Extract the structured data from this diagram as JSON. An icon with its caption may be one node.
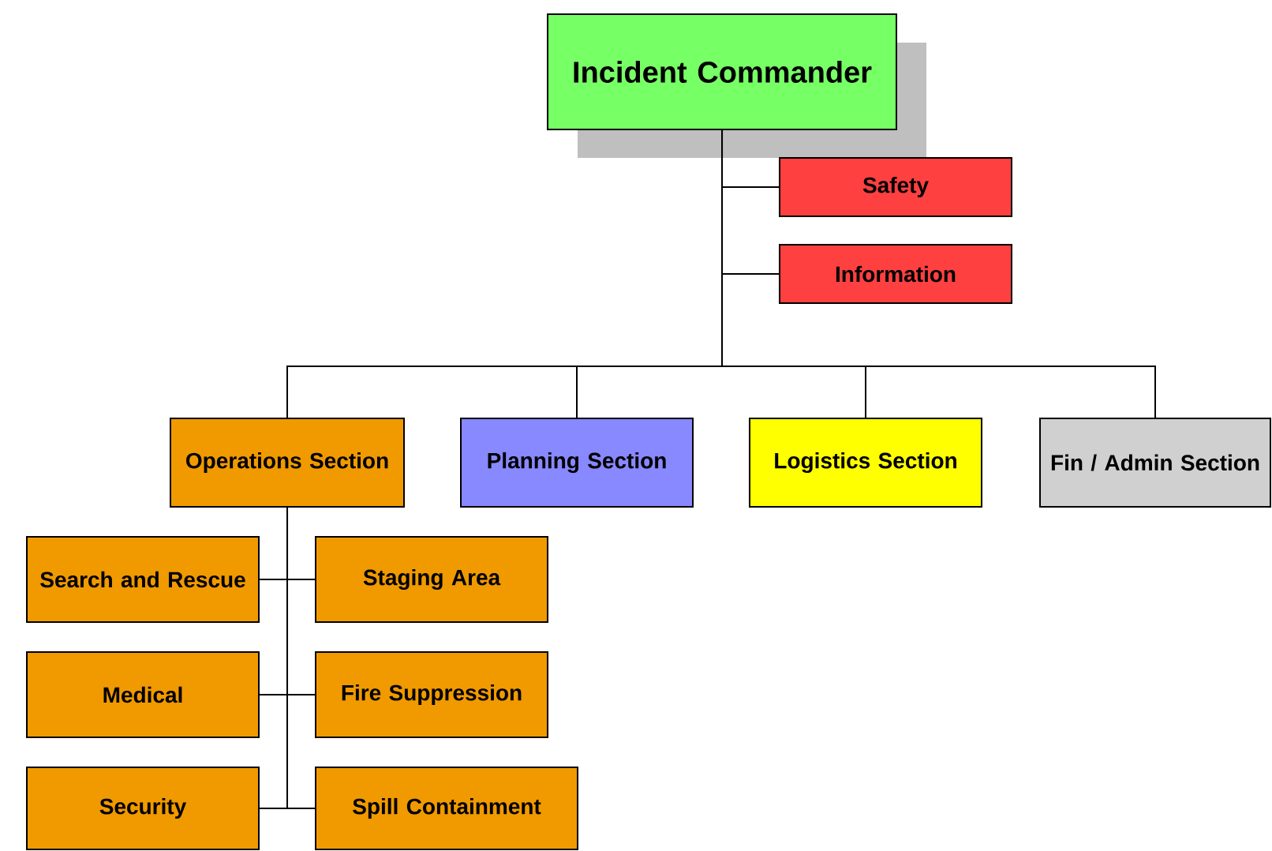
{
  "diagram": {
    "nodes": [
      {
        "text": [
          "Incident Commander"
        ]
      },
      {
        "text": [
          "Safety"
        ]
      },
      {
        "text": [
          "Information"
        ]
      },
      {
        "text": [
          "Operations Section"
        ]
      },
      {
        "text": [
          "Planning Section"
        ]
      },
      {
        "text": [
          "Logistics Section"
        ]
      },
      {
        "text": [
          "Fin / Admin Section"
        ]
      },
      {
        "text": [
          "Search and Rescue"
        ]
      },
      {
        "text": [
          "Staging Area"
        ]
      },
      {
        "text": [
          "Medical"
        ]
      },
      {
        "text": [
          "Fire Suppression"
        ]
      },
      {
        "text": [
          "Security"
        ]
      },
      {
        "text": [
          "Spill Containment"
        ]
      }
    ],
    "edges": [
      {
        "from": 0,
        "to": 1,
        "arrow": "none"
      },
      {
        "from": 0,
        "to": 2,
        "arrow": "none"
      },
      {
        "from": 0,
        "to": 3,
        "arrow": "none"
      },
      {
        "from": 0,
        "to": 4,
        "arrow": "none"
      },
      {
        "from": 0,
        "to": 5,
        "arrow": "none"
      },
      {
        "from": 0,
        "to": 6,
        "arrow": "none"
      },
      {
        "from": 3,
        "to": 7,
        "arrow": "none"
      },
      {
        "from": 3,
        "to": 8,
        "arrow": "none"
      },
      {
        "from": 3,
        "to": 9,
        "arrow": "none"
      },
      {
        "from": 3,
        "to": 10,
        "arrow": "none"
      },
      {
        "from": 3,
        "to": 11,
        "arrow": "none"
      },
      {
        "from": 3,
        "to": 12,
        "arrow": "none"
      }
    ]
  }
}
